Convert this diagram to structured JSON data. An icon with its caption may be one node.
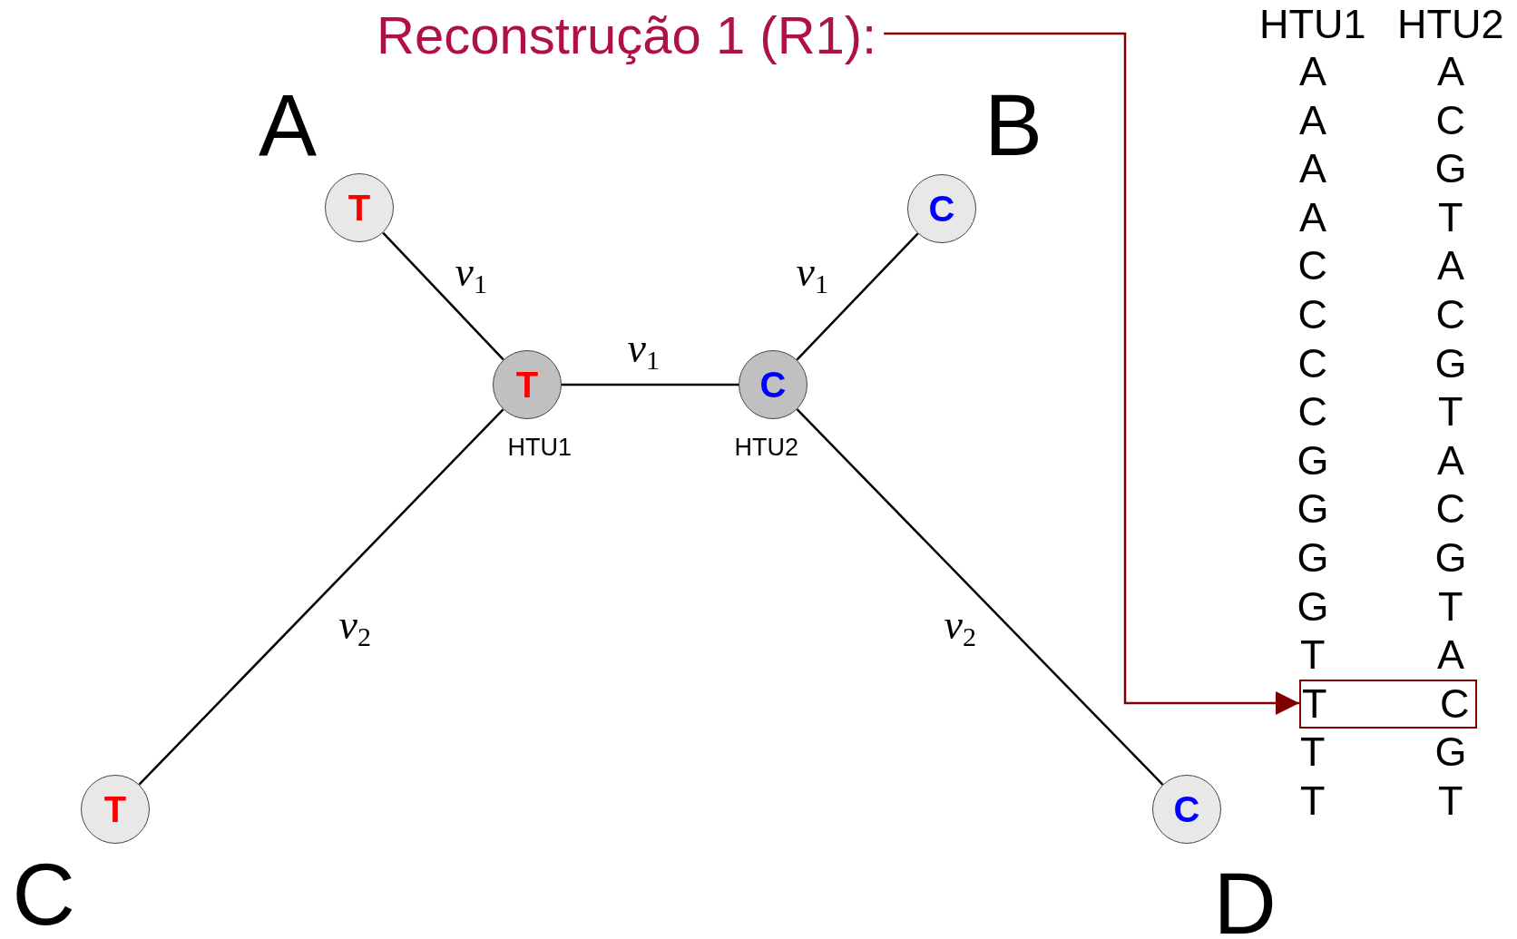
{
  "diagram": {
    "nodes": [
      {
        "text": [
          "T"
        ],
        "beside": [
          "A"
        ]
      },
      {
        "text": [
          "C"
        ],
        "beside": [
          "B"
        ]
      },
      {
        "text": [
          "T"
        ],
        "beside": [
          "HTU1"
        ]
      },
      {
        "text": [
          "C"
        ],
        "beside": [
          "HTU2"
        ]
      },
      {
        "text": [
          "T"
        ],
        "beside": [
          "C"
        ]
      },
      {
        "text": [
          "C"
        ],
        "beside": [
          "D"
        ]
      },
      {
        "text": [
          "Reconstrução 1 (R1):"
        ]
      },
      {
        "text": [
          "T",
          "C"
        ]
      }
    ],
    "edges": [
      {
        "from": 0,
        "to": 2,
        "arrow": "none",
        "label": "*v*$_{1}$"
      },
      {
        "from": 2,
        "to": 3,
        "arrow": "none",
        "label": "*v*$_{1}$"
      },
      {
        "from": 3,
        "to": 1,
        "arrow": "none",
        "label": "*v*$_{1}$"
      },
      {
        "from": 2,
        "to": 4,
        "arrow": "none",
        "label": "*v*$_{2}$"
      },
      {
        "from": 3,
        "to": 5,
        "arrow": "none",
        "label": "*v*$_{2}$"
      },
      {
        "from": 6,
        "to": 7,
        "arrow": "to",
        "color": "#800000"
      }
    ],
    "labels": [
      "HTU1",
      "HTU2",
      "A",
      "A",
      "A",
      "C",
      "A",
      "G",
      "A",
      "T",
      "C",
      "A",
      "C",
      "C",
      "C",
      "G",
      "C",
      "T",
      "G",
      "A",
      "G",
      "C",
      "G",
      "G",
      "G",
      "T",
      "T",
      "A",
      "T",
      "G",
      "T",
      "T"
    ]
  }
}
